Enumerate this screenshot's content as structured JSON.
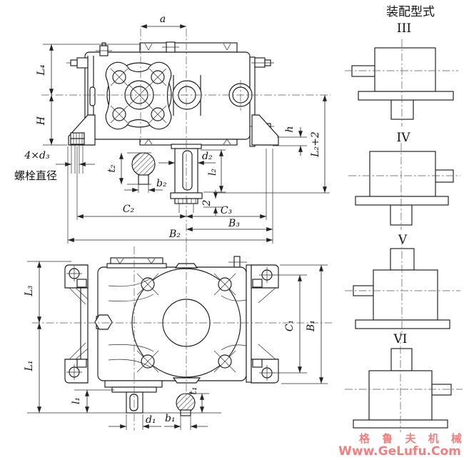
{
  "dimensions": {
    "top_view": {
      "a": "a",
      "L4": "L₄",
      "H": "H",
      "bolt_callout": "4×d₃",
      "bolt_note": "螺栓直径",
      "t2": "t₂",
      "b2": "b₂",
      "d2": "d₂",
      "l2": "l₂",
      "offset2": "2",
      "h": "h",
      "L2plus2": "L₂+2",
      "C2": "C₂",
      "C3": "C₃",
      "B3": "B₃",
      "B2": "B₂"
    },
    "front_view": {
      "L3": "L₃",
      "L1": "L₁",
      "l1": "l₁",
      "d1": "d₁",
      "b1": "b₁",
      "t1": "t₁",
      "C1": "C₁",
      "B1": "B₁"
    }
  },
  "assembly_types": {
    "title": "装配型式",
    "items": [
      {
        "label": "III",
        "input_shaft": "left",
        "output_shaft": "down"
      },
      {
        "label": "IV",
        "input_shaft": "right",
        "output_shaft": "down"
      },
      {
        "label": "V",
        "input_shaft": "left",
        "output_shaft": "up"
      },
      {
        "label": "VI",
        "input_shaft": "right",
        "output_shaft": "up"
      }
    ]
  },
  "watermark": {
    "line1": "格 鲁 夫 机 械",
    "line2": "Www.GeLufu.Com",
    "color": "#f08080"
  }
}
